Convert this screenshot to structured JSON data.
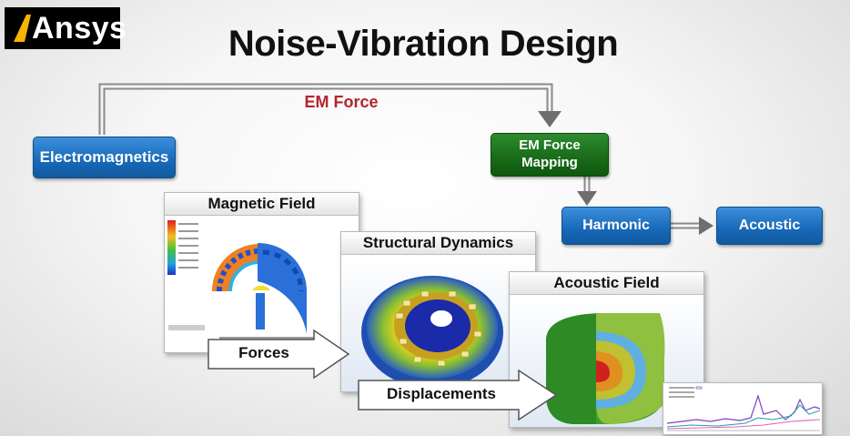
{
  "logo": {
    "text": "Ansys"
  },
  "title": "Noise-Vibration Design",
  "connector_label": "EM Force",
  "nodes": {
    "electromagnetics": "Electromagnetics",
    "em_force_mapping": "EM Force\nMapping",
    "harmonic": "Harmonic",
    "acoustic": "Acoustic"
  },
  "panels": {
    "magnetic_field": "Magnetic Field",
    "structural_dynamics": "Structural Dynamics",
    "acoustic_field": "Acoustic Field"
  },
  "flow_arrows": {
    "forces": "Forces",
    "displacements": "Displacements"
  },
  "colors": {
    "node_blue": "#1768b8",
    "node_green": "#186a18",
    "label_red": "#b3262b"
  },
  "icons": [
    "ansys-logo-mark",
    "magnetic-field-plot",
    "stator-deformation-plot",
    "acoustic-field-plot",
    "frequency-response-plot"
  ]
}
